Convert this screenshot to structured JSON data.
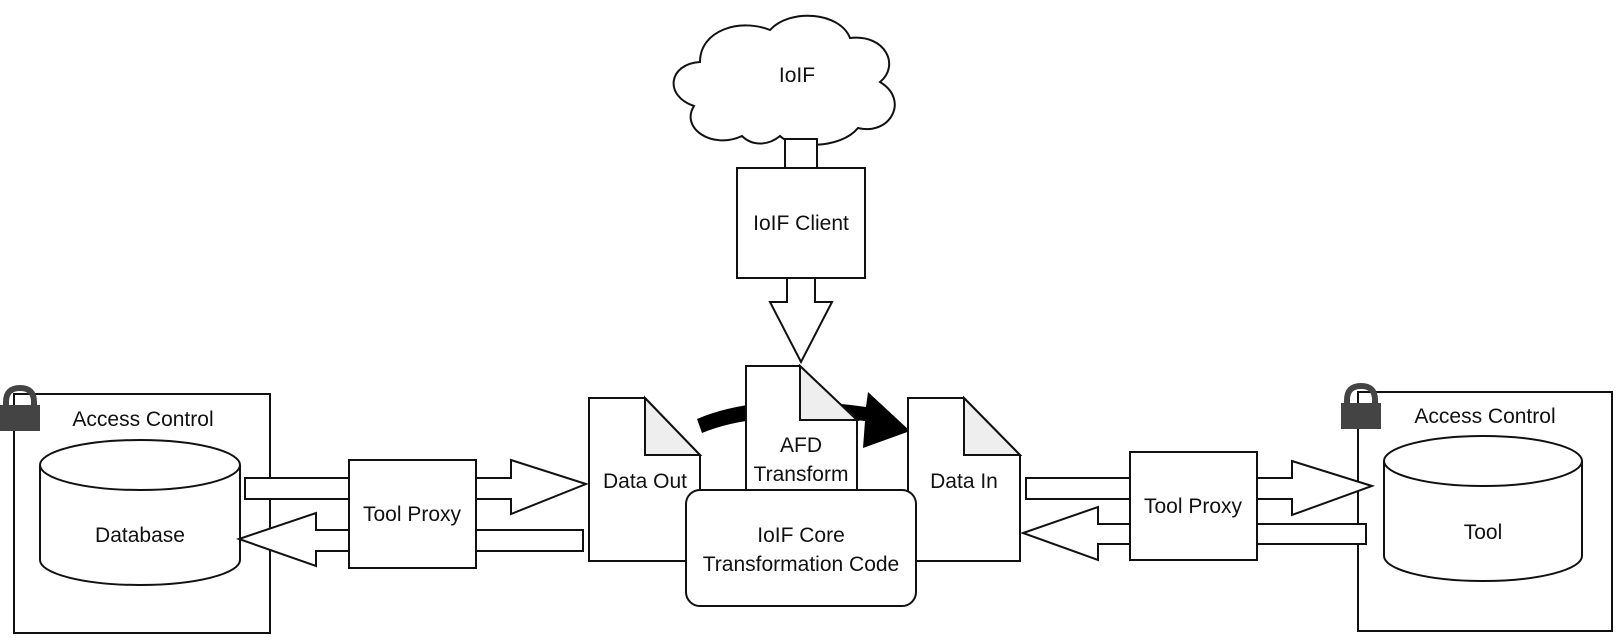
{
  "nodes": {
    "cloud": "IoIF",
    "client": "IoIF Client",
    "data_out": "Data Out",
    "afd_line1": "AFD",
    "afd_line2": "Transform",
    "data_in": "Data In",
    "core_line1": "IoIF Core",
    "core_line2": "Transformation Code",
    "left_access": "Access Control",
    "left_store": "Database",
    "left_proxy": "Tool Proxy",
    "right_access": "Access Control",
    "right_store": "Tool",
    "right_proxy": "Tool Proxy"
  },
  "colors": {
    "stroke": "#111111",
    "fill": "#ffffff",
    "fold": "#eeeeee",
    "lock": "#444444",
    "curved_arrow": "#000000"
  },
  "icons": [
    "cloud-icon",
    "lock-icon",
    "lock-icon"
  ]
}
